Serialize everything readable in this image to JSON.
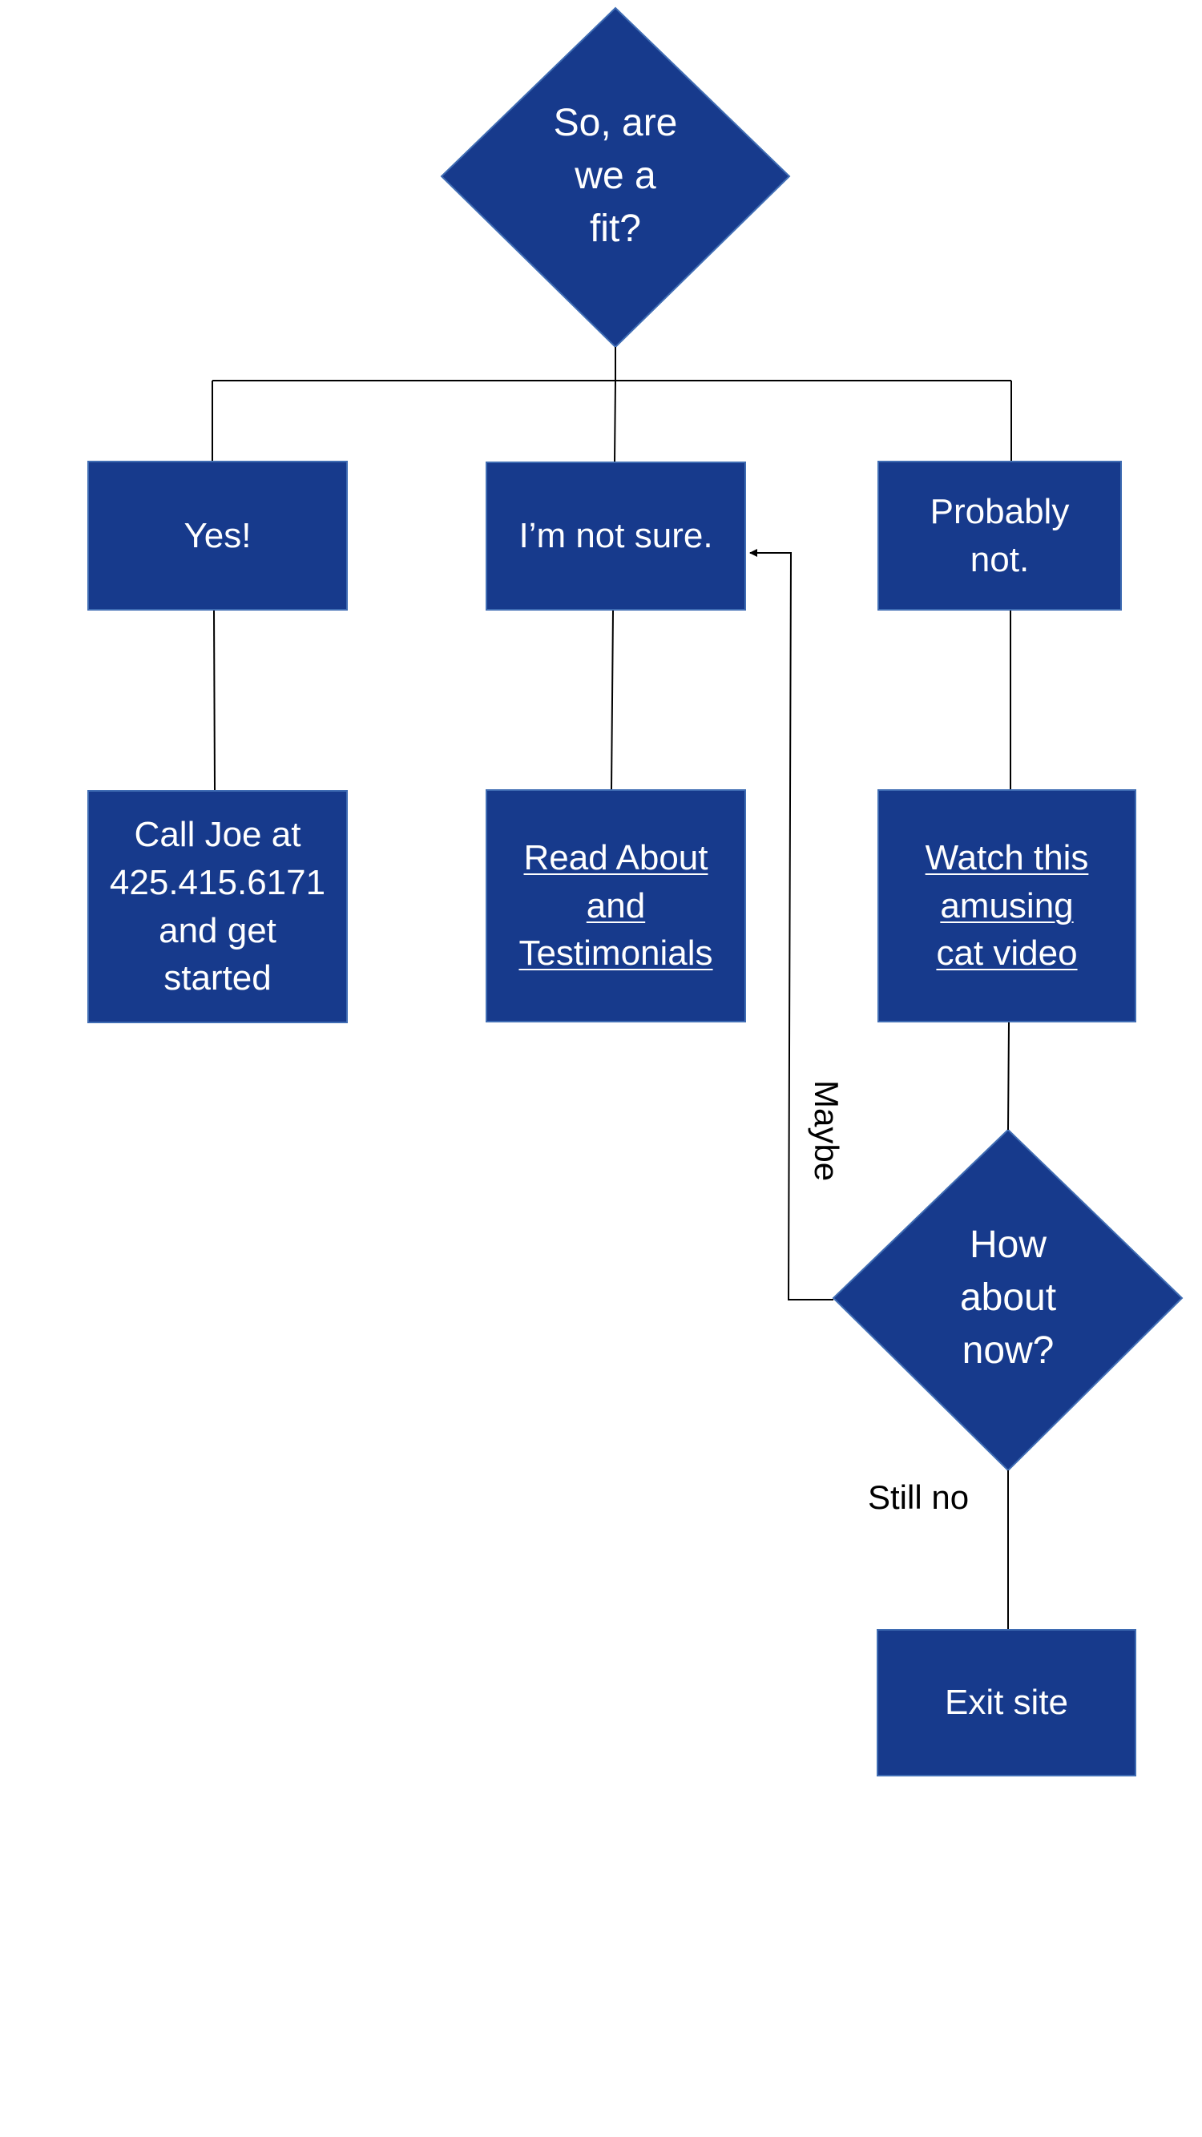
{
  "diagram": {
    "colors": {
      "node_fill": "#173a8c",
      "node_border": "#3f6cb3",
      "node_text": "#ffffff",
      "connector": "#000000"
    },
    "decision_top": {
      "label": "So, are\nwe a\nfit?"
    },
    "options": {
      "yes": {
        "label": "Yes!"
      },
      "not_sure": {
        "label": "I’m not sure."
      },
      "probably_not": {
        "label": "Probably\nnot."
      }
    },
    "actions": {
      "call": {
        "label": "Call Joe at\n425.415.6171\nand get\nstarted"
      },
      "read": {
        "label": "Read About\nand\nTestimonials"
      },
      "watch": {
        "label": "Watch this\namusing\ncat video"
      }
    },
    "decision_bottom": {
      "label": "How\nabout\nnow?"
    },
    "edge_labels": {
      "maybe": "Maybe",
      "still_no": "Still no"
    },
    "exit": {
      "label": "Exit site"
    }
  }
}
